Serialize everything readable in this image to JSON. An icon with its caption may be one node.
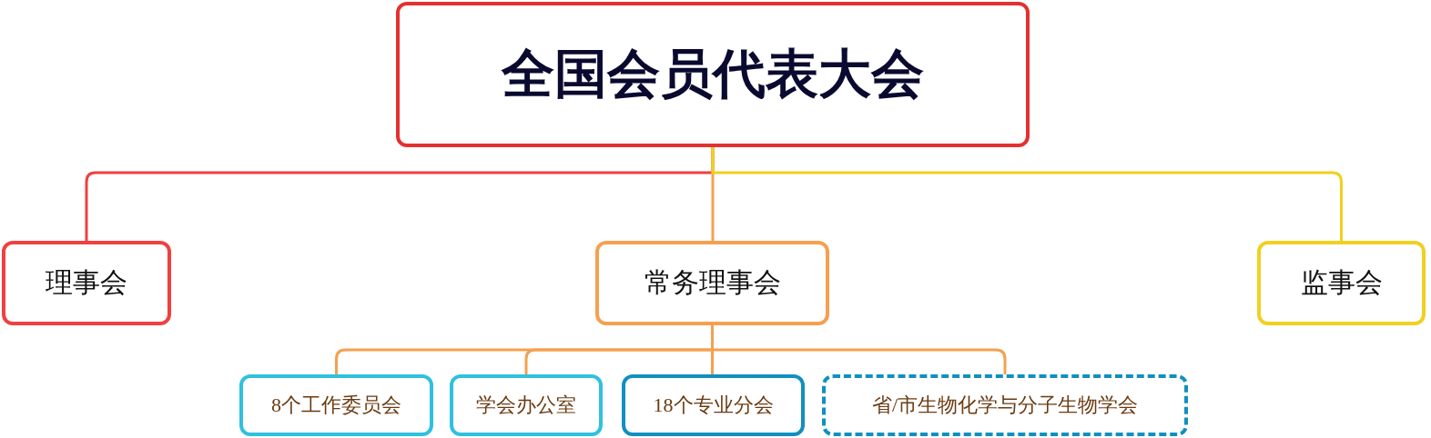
{
  "diagram": {
    "nodes": [
      {
        "text": [
          "全国会员代表大会"
        ]
      },
      {
        "text": [
          "理事会"
        ]
      },
      {
        "text": [
          "常务理事会"
        ]
      },
      {
        "text": [
          "监事会"
        ]
      },
      {
        "text": [
          "8个工作委员会"
        ]
      },
      {
        "text": [
          "学会办公室"
        ]
      },
      {
        "text": [
          "18个专业分会"
        ]
      },
      {
        "text": [
          "省/市生物化学与分子生物学会"
        ]
      }
    ],
    "edges": [
      {
        "from": 0,
        "to": 1,
        "arrow": "none",
        "color": "#f04040"
      },
      {
        "from": 0,
        "to": 2,
        "arrow": "none"
      },
      {
        "from": 0,
        "to": 3,
        "arrow": "none",
        "color": "#f0d020"
      },
      {
        "from": 2,
        "to": 4,
        "arrow": "none"
      },
      {
        "from": 2,
        "to": 5,
        "arrow": "none"
      },
      {
        "from": 2,
        "to": 6,
        "arrow": "none"
      },
      {
        "from": 2,
        "to": 7,
        "arrow": "none"
      }
    ]
  }
}
